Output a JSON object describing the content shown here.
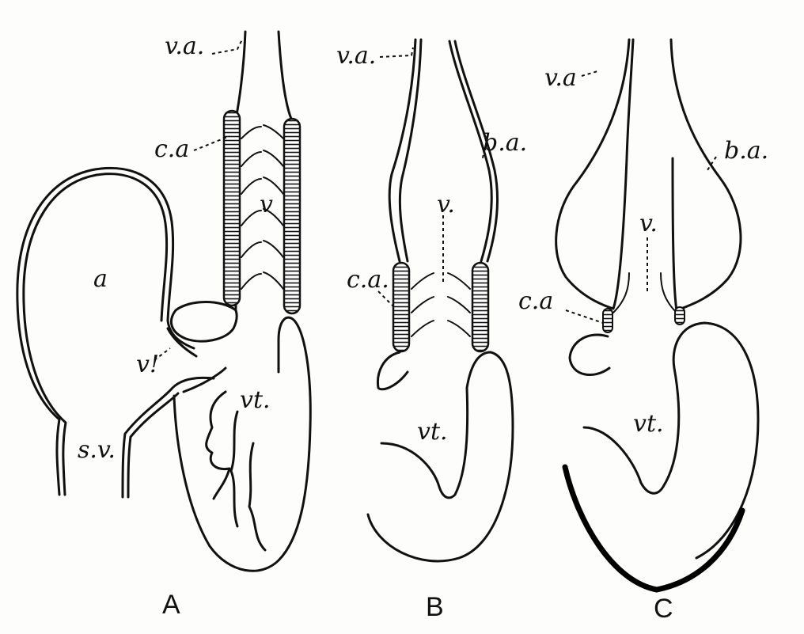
{
  "figures": {
    "A": {
      "caption": "A",
      "labels": {
        "va": "v.a.",
        "ca": "c.a",
        "a": "a",
        "v": "v",
        "vprime": "v!",
        "vt": "vt.",
        "sv": "s.v."
      }
    },
    "B": {
      "caption": "B",
      "labels": {
        "va": "v.a.",
        "ba": "b.a.",
        "v": "v.",
        "ca": "c.a.",
        "vt": "vt."
      }
    },
    "C": {
      "caption": "C",
      "labels": {
        "va": "v.a",
        "ba": "b.a.",
        "v": "v.",
        "ca": "c.a",
        "vt": "vt."
      }
    }
  }
}
